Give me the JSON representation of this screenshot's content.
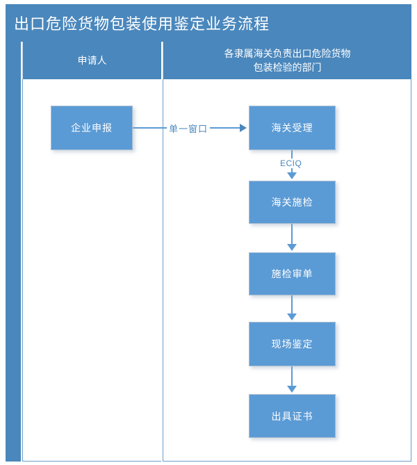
{
  "title": "出口危险货物包装使用鉴定业务流程",
  "colors": {
    "header_blue": "#4A87BC",
    "node_blue": "#5B9BD5",
    "connector_blue": "#5B9BD5",
    "panel_white": "#FFFFFF",
    "label_text_blue": "#4A87BC"
  },
  "columns": [
    {
      "id": "applicant",
      "header": "申请人"
    },
    {
      "id": "customs-dept",
      "header_line1": "各隶属海关负责出口危险货物",
      "header_line2": "包装检验的部门"
    }
  ],
  "nodes": [
    {
      "id": "apply",
      "label": "企业申报",
      "column": "applicant"
    },
    {
      "id": "accept",
      "label": "海关受理",
      "column": "customs-dept"
    },
    {
      "id": "inspect",
      "label": "海关施检",
      "column": "customs-dept"
    },
    {
      "id": "audit",
      "label": "施检审单",
      "column": "customs-dept"
    },
    {
      "id": "site",
      "label": "现场鉴定",
      "column": "customs-dept"
    },
    {
      "id": "cert",
      "label": "出具证书",
      "column": "customs-dept"
    }
  ],
  "edges": [
    {
      "from": "apply",
      "to": "accept",
      "label": "单一窗口",
      "direction": "right"
    },
    {
      "from": "accept",
      "to": "inspect",
      "label": "ECIQ",
      "direction": "down"
    },
    {
      "from": "inspect",
      "to": "audit",
      "label": "",
      "direction": "down"
    },
    {
      "from": "audit",
      "to": "site",
      "label": "",
      "direction": "down"
    },
    {
      "from": "site",
      "to": "cert",
      "label": "",
      "direction": "down"
    }
  ]
}
